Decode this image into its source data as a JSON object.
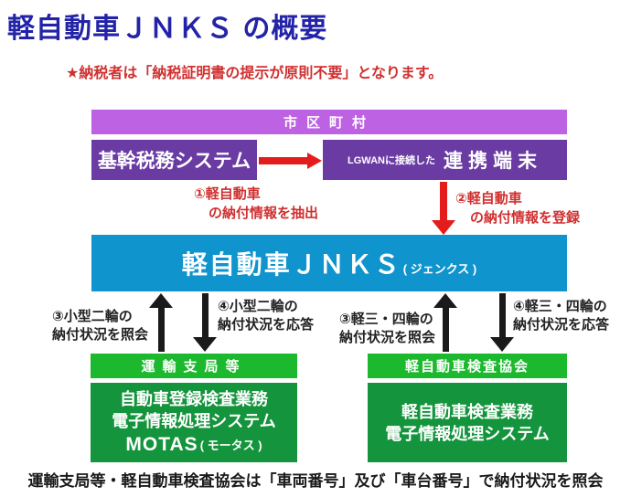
{
  "page": {
    "title": "軽自動車ＪＮＫＳ の概要",
    "top_note": "★納税者は「納税証明書の提示が原則不要」となります。",
    "bottom_note": "運輸支局等・軽自動車検査協会は「車両番号」及び「車台番号」で納付状況を照会"
  },
  "municipality": {
    "header": "市区町村",
    "tax_system_box": "基幹税務システム",
    "terminal_box": {
      "small": "LGWANに接続した",
      "main": "連携端末"
    }
  },
  "jnks": {
    "main": "軽自動車ＪＮＫＳ",
    "sub": "( ジェンクス )"
  },
  "flows": {
    "extract": {
      "lines": [
        "①軽自動車",
        "の納付情報を抽出"
      ]
    },
    "register": {
      "lines": [
        "②軽自動車",
        "の納付情報を登録"
      ]
    },
    "motorcycle_query": {
      "lines": [
        "③小型二輪の",
        "納付状況を照会"
      ]
    },
    "motorcycle_response": {
      "lines": [
        "④小型二輪の",
        "納付状況を応答"
      ]
    },
    "kei_query": {
      "lines": [
        "③軽三・四輪の",
        "納付状況を照会"
      ]
    },
    "kei_response": {
      "lines": [
        "④軽三・四輪の",
        "納付状況を応答"
      ]
    }
  },
  "transport_bureau": {
    "header": "運輸支局等",
    "box_lines": [
      "自動車登録検査業務",
      "電子情報処理システム"
    ],
    "motas": "MOTAS",
    "motas_sub": "( モータス )"
  },
  "inspection_assoc": {
    "header": "軽自動車検査協会",
    "box_lines": [
      "軽自動車検査業務",
      "電子情報処理システム"
    ]
  },
  "colors": {
    "c-title": "#2323a8",
    "c-red-text": "#d03030",
    "c-red-arrow": "#e51c1c",
    "c-purple-light": "#bd62e3",
    "c-purple-dark": "#6a3ca3",
    "c-blue": "#0f94cd",
    "c-green-bright": "#1cb92e",
    "c-green-dark": "#14943c",
    "c-black": "#1a1a1a"
  }
}
